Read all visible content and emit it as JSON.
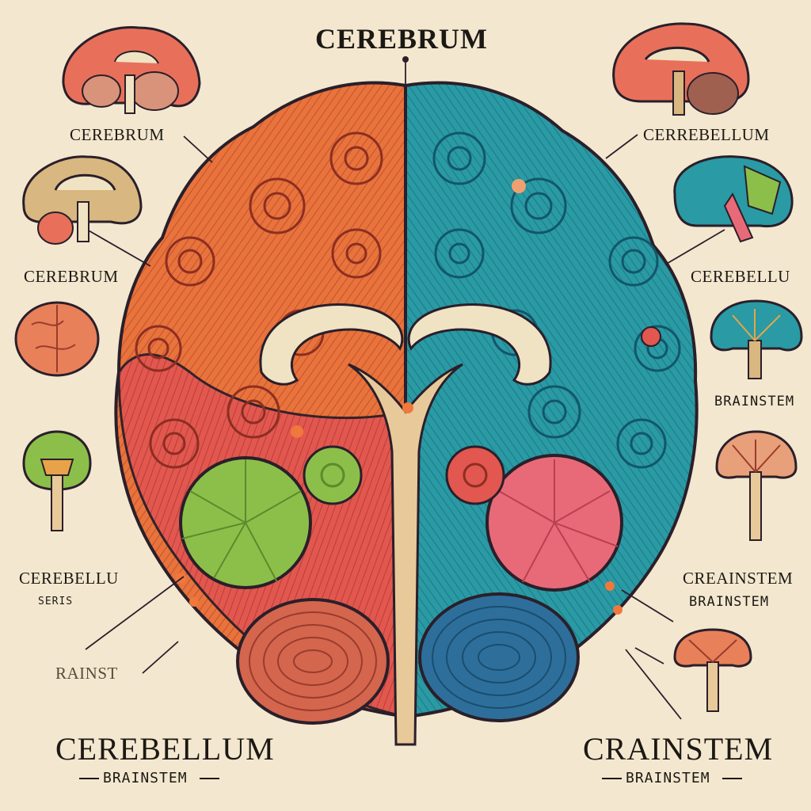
{
  "title": "CEREBRUM",
  "labels": {
    "left_1": "CEREBRUM",
    "left_2": "CEREBRUM",
    "left_3": "CEREBELLU",
    "left_3_sub": "SERIS",
    "left_4": "RAINST",
    "right_1": "CERREBELLUM",
    "right_2": "CEREBELLU",
    "right_3": "BRAINSTEM",
    "right_4": "CREAINSTEM",
    "right_4_sub": "BRAINSTEM"
  },
  "bottom_left": {
    "main": "CEREBELLUM",
    "sub": "BRAINSTEM"
  },
  "bottom_right": {
    "main": "CRAINSTEM",
    "sub": "BRAINSTEM"
  },
  "colors": {
    "background": "#f3e8cf",
    "orange": "#e8733c",
    "red_coral": "#e2574f",
    "teal": "#2a9aa4",
    "blue": "#2d6f9a",
    "green": "#8cbf4a",
    "pink": "#e86a78",
    "cream": "#f0e3c4",
    "outline": "#2a1f2a"
  }
}
